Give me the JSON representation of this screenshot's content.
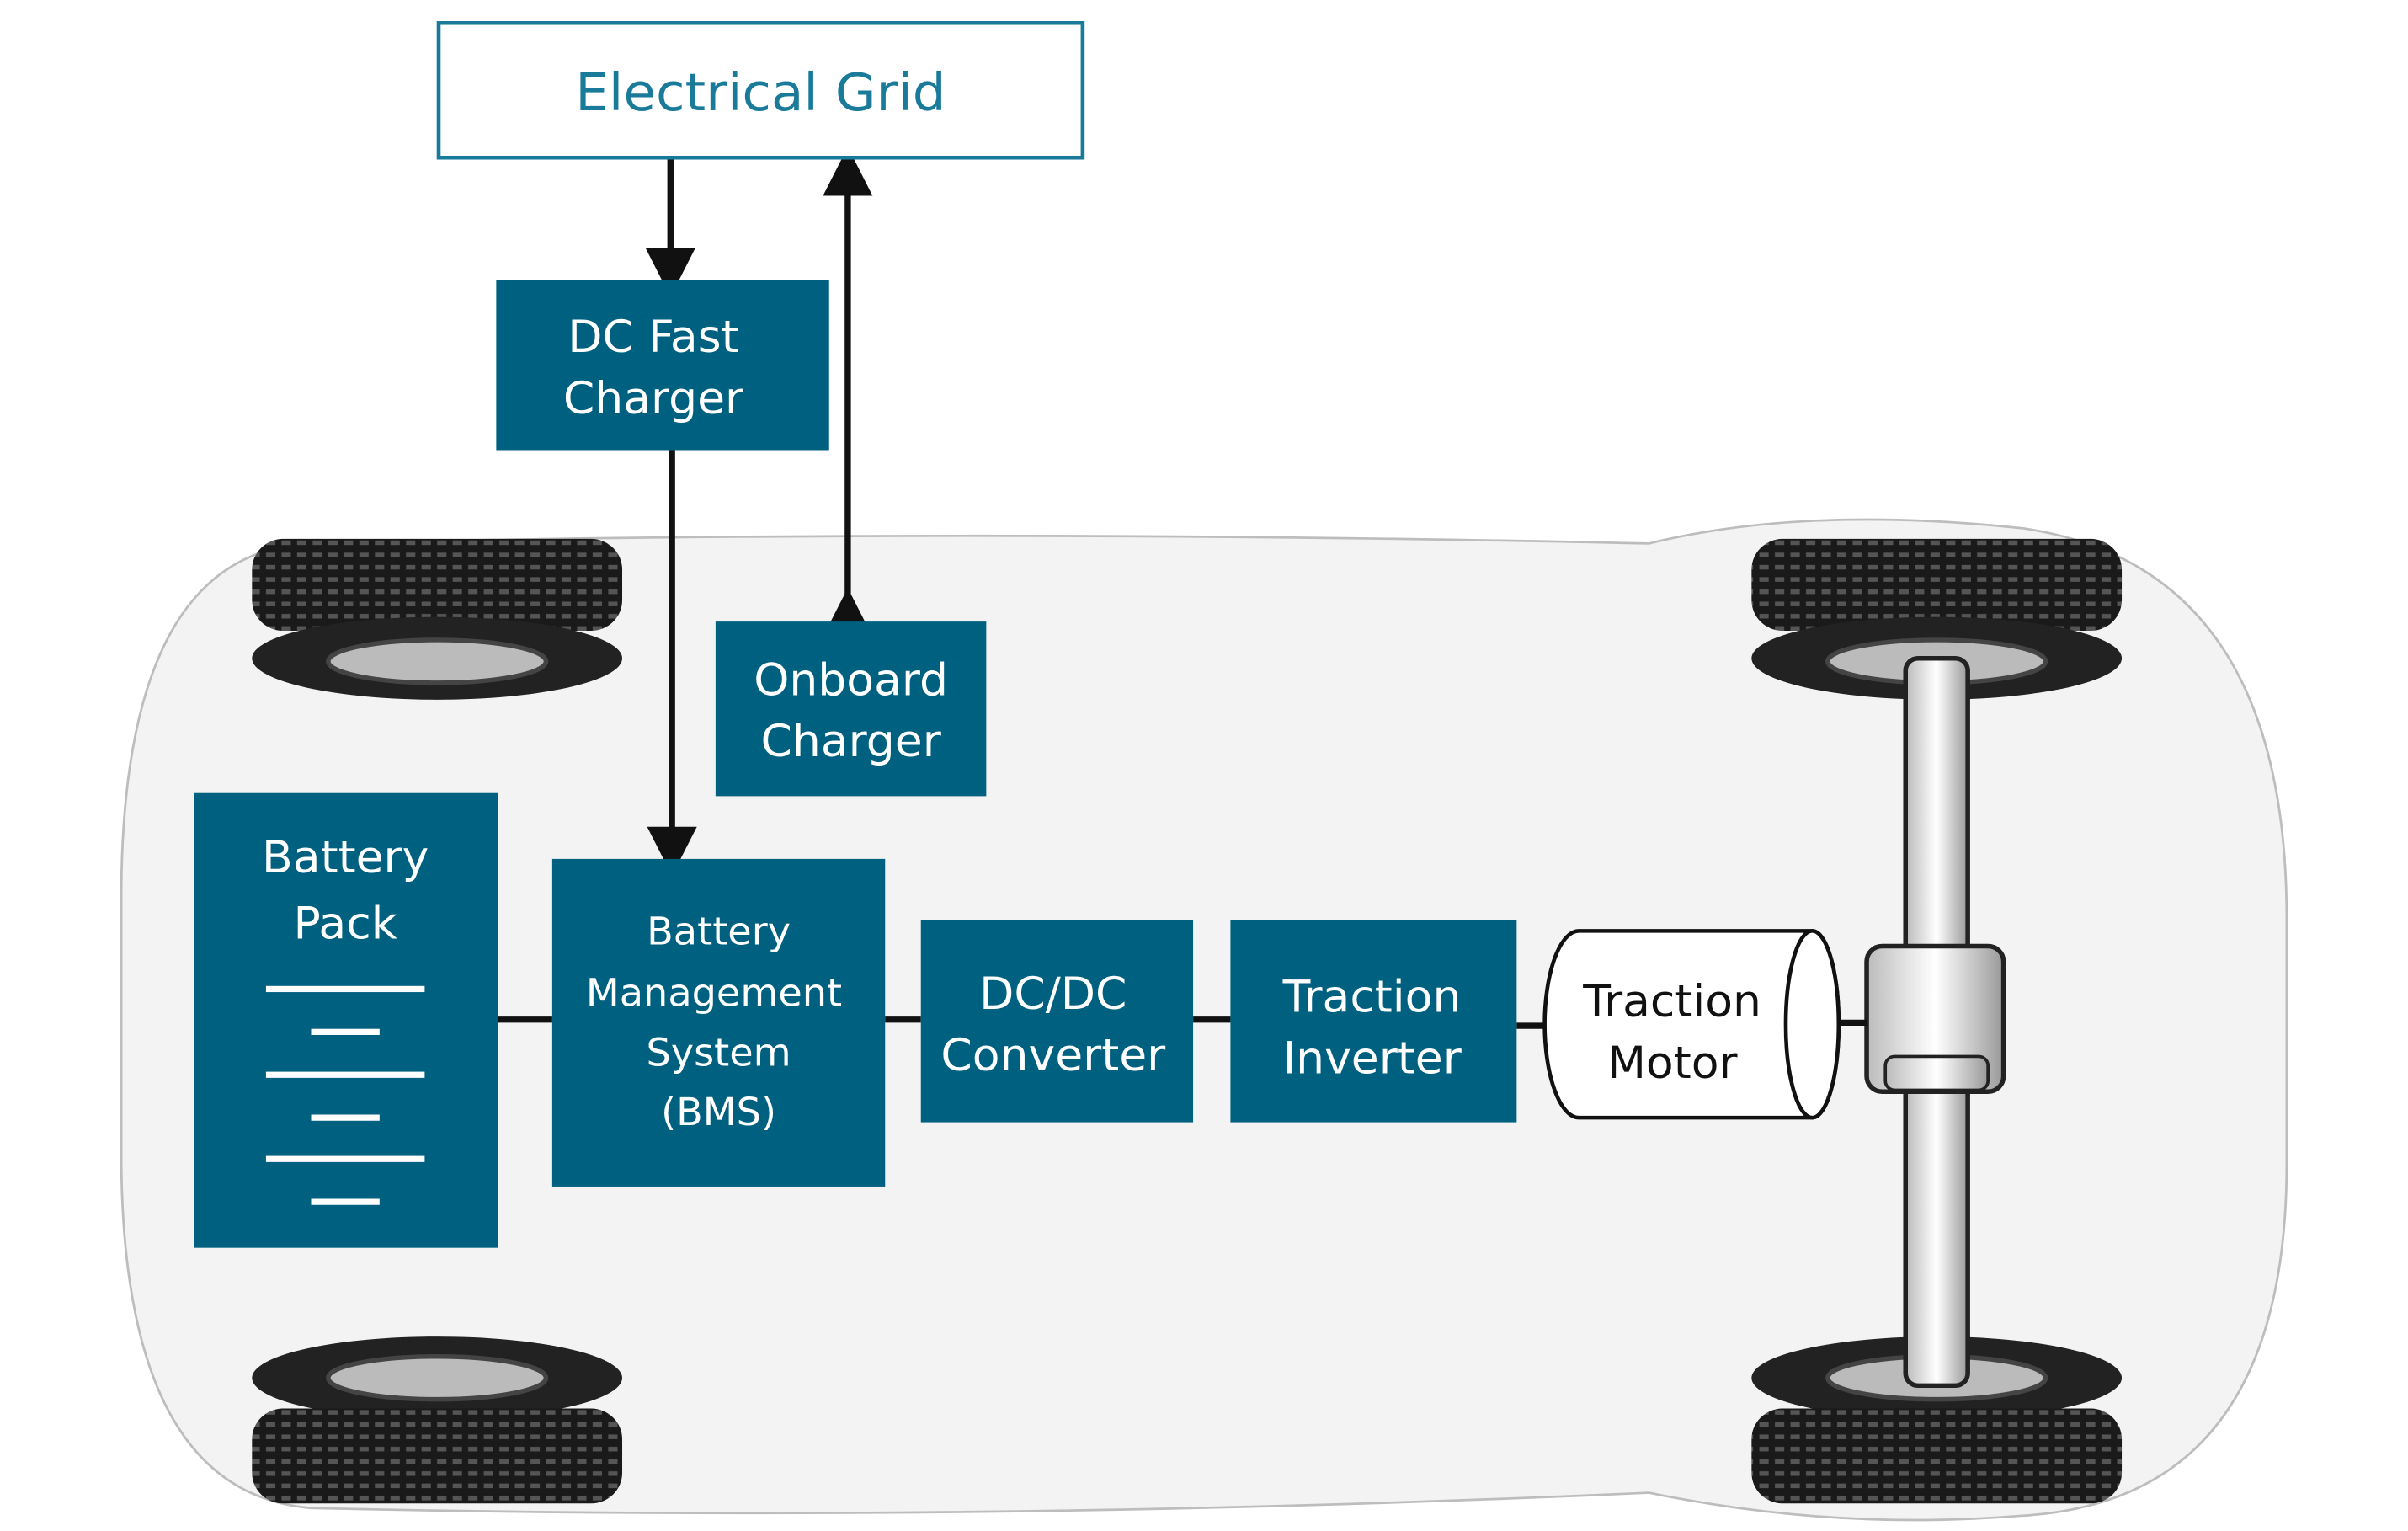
{
  "colors": {
    "block": "#00607f",
    "grid_text": "#1a7a9a",
    "car_body": "#f3f3f3",
    "line": "#111111"
  },
  "grid": {
    "label": "Electrical Grid"
  },
  "blocks": {
    "dc_fast_charger": {
      "line1": "DC Fast",
      "line2": "Charger"
    },
    "onboard_charger": {
      "line1": "Onboard",
      "line2": "Charger"
    },
    "battery_pack": {
      "line1": "Battery",
      "line2": "Pack"
    },
    "bms": {
      "line1": "Battery",
      "line2": "Management",
      "line3": "System",
      "line4": "(BMS)"
    },
    "dcdc": {
      "line1": "DC/DC",
      "line2": "Converter"
    },
    "inverter": {
      "line1": "Traction",
      "line2": "Inverter"
    },
    "motor": {
      "line1": "Traction",
      "line2": "Motor"
    }
  }
}
